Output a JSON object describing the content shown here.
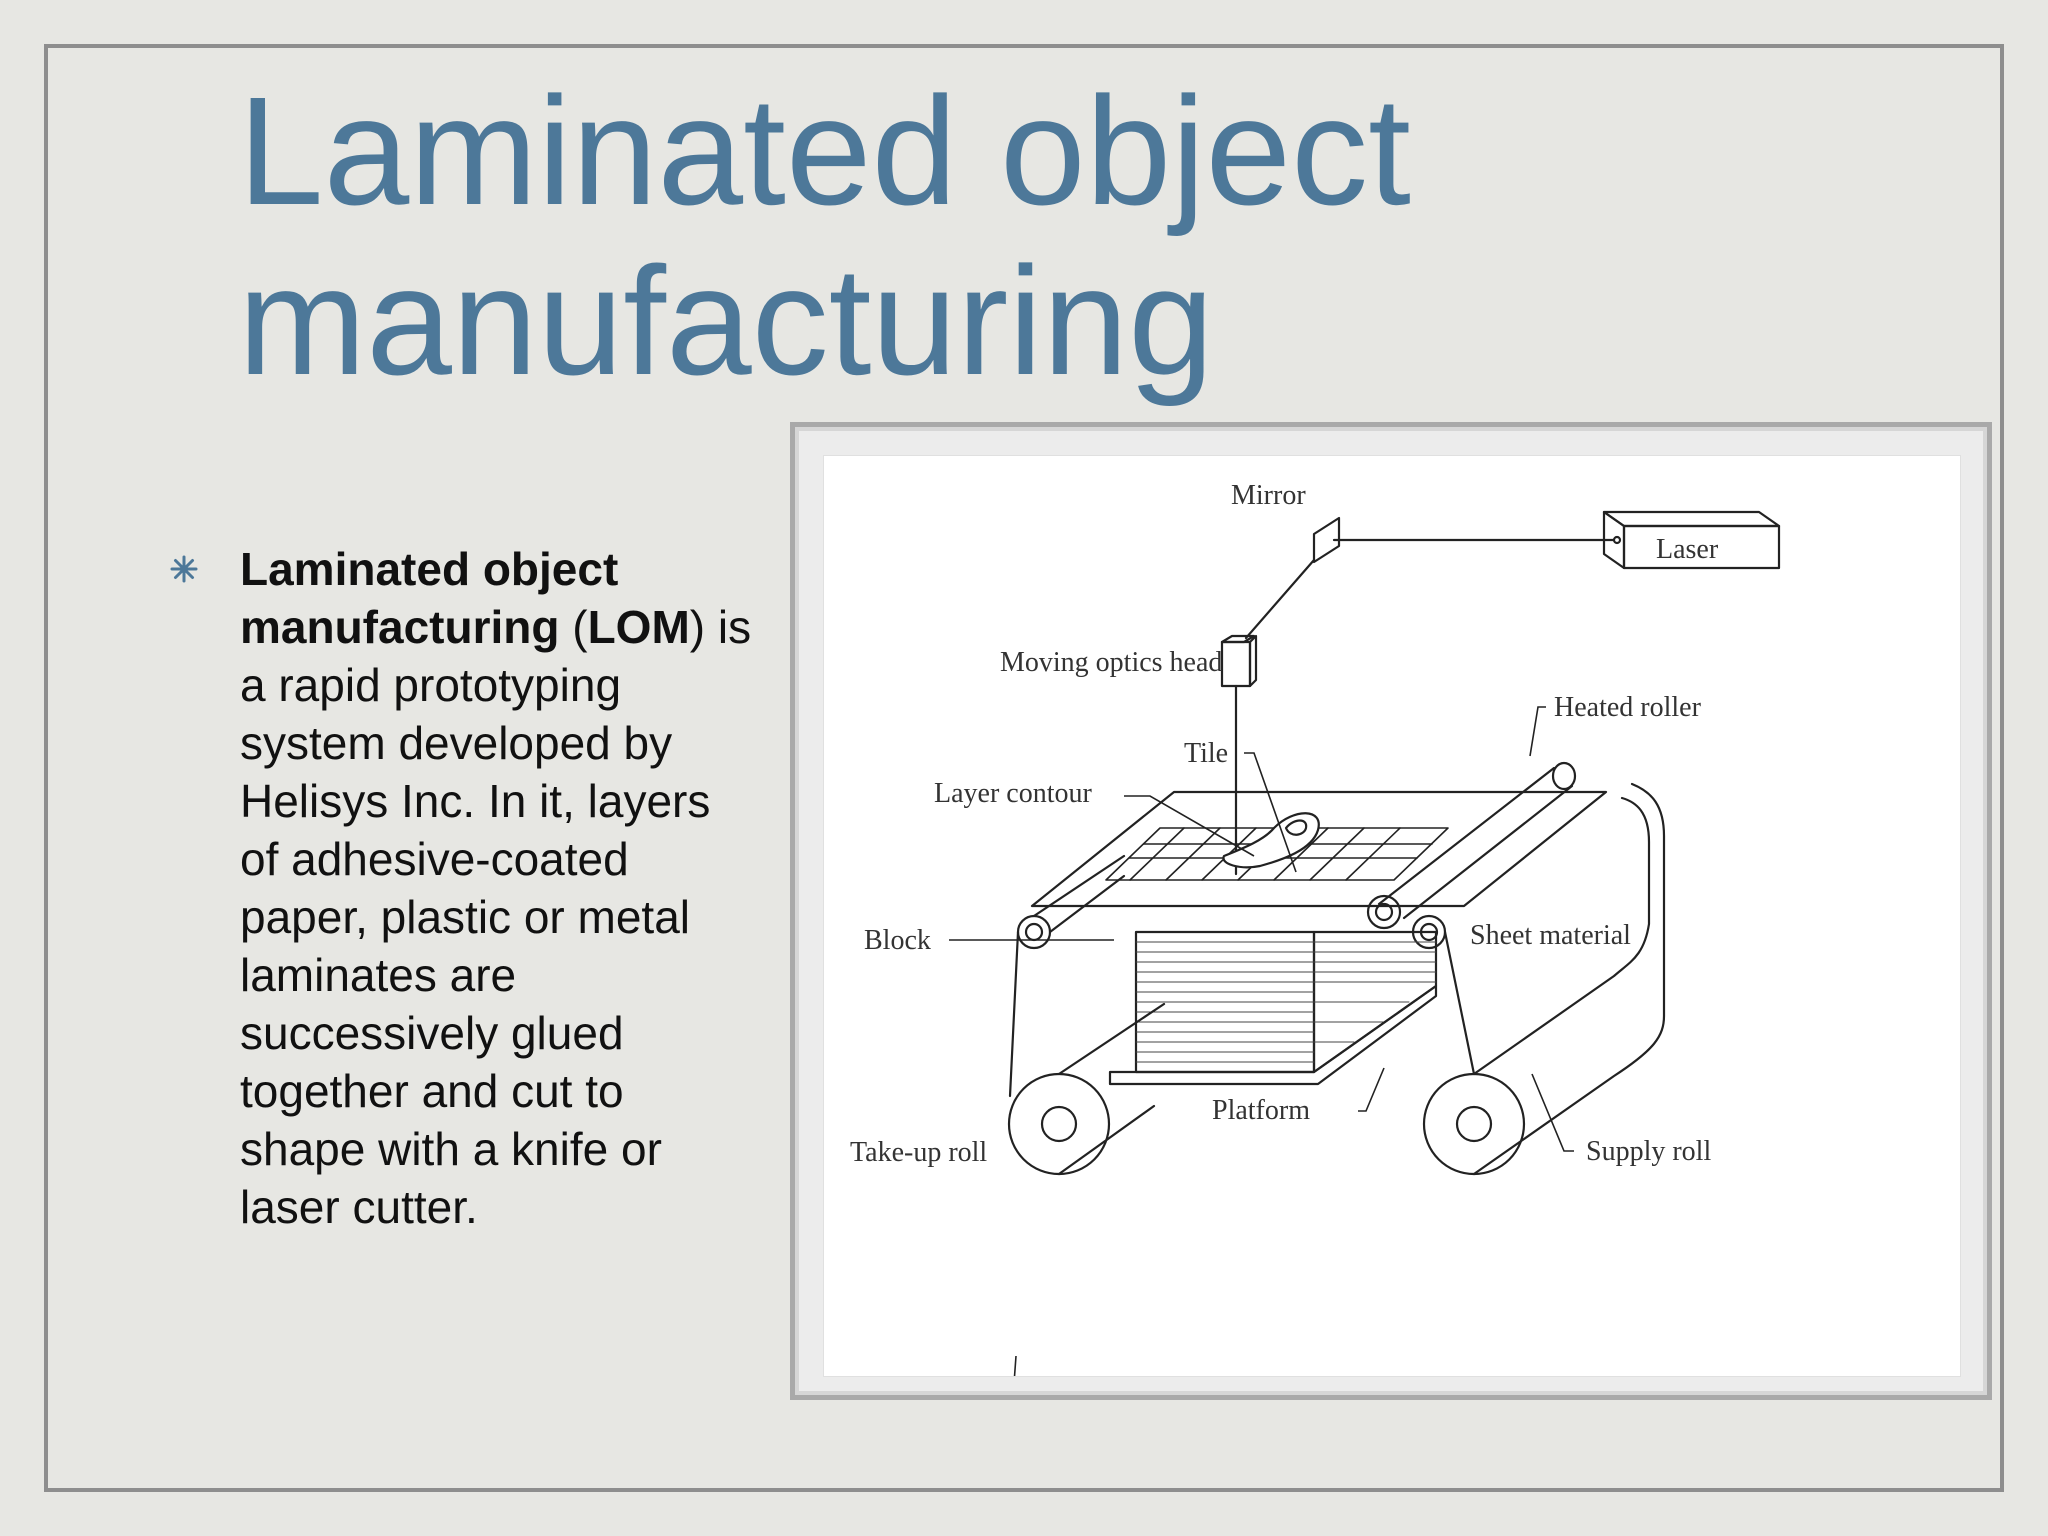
{
  "slide": {
    "title_line1": "Laminated object",
    "title_line2": "manufacturing",
    "bullet": {
      "icon": "asterisk-bullet-icon",
      "bold_term": "Laminated object manufacturing",
      "paren_open": " (",
      "bold_abbr": "LOM",
      "paren_close": ")",
      "text": " is a rapid prototyping system developed by Helisys Inc. In it, layers of adhesive-coated paper, plastic or metal laminates are successively glued together and cut to shape with a knife or laser cutter."
    },
    "colors": {
      "title": "#4d7899",
      "background": "#e7e7e3",
      "frame": "#8e8e8e",
      "bullet": "#4d7899"
    }
  },
  "diagram": {
    "labels": {
      "mirror": "Mirror",
      "laser": "Laser",
      "moving_optics_head": "Moving optics head",
      "heated_roller": "Heated roller",
      "tile": "Tile",
      "layer_contour": "Layer contour",
      "block": "Block",
      "sheet_material": "Sheet material",
      "platform": "Platform",
      "take_up_roll": "Take-up roll",
      "supply_roll": "Supply roll"
    }
  }
}
